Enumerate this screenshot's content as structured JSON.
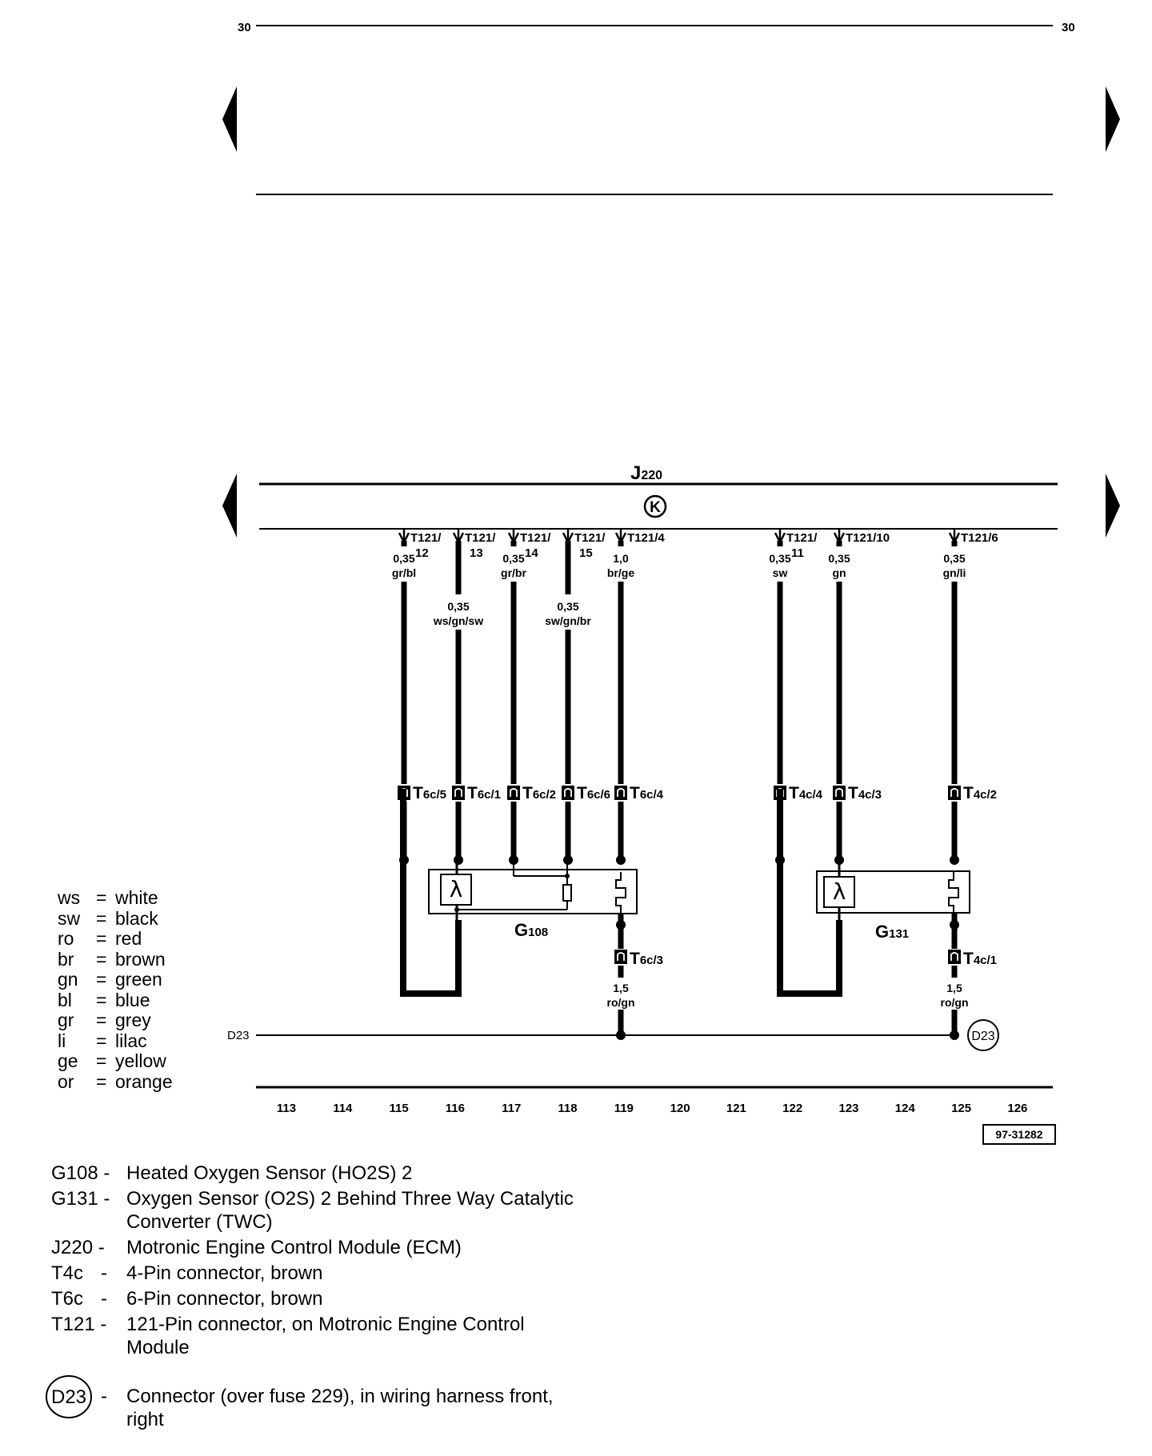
{
  "page": {
    "number_left": "30",
    "number_right": "30",
    "figure_ref": "97-31282"
  },
  "module": {
    "name": "J220",
    "symbol": "K"
  },
  "ground_label": "D23",
  "tracks": [
    "113",
    "114",
    "115",
    "116",
    "117",
    "118",
    "119",
    "120",
    "121",
    "122",
    "123",
    "124",
    "125",
    "126"
  ],
  "wires": [
    {
      "pin_a": "T121/",
      "pin_b": "12",
      "size": "0,35",
      "color": "gr/bl",
      "conn": "T6c/5"
    },
    {
      "pin_a": "T121/",
      "pin_b": "13",
      "size": "0,35",
      "color": "ws/gn/sw",
      "conn": "T6c/1"
    },
    {
      "pin_a": "T121/",
      "pin_b": "14",
      "size": "0,35",
      "color": "gr/br",
      "conn": "T6c/2"
    },
    {
      "pin_a": "T121/",
      "pin_b": "15",
      "size": "0,35",
      "color": "sw/gn/br",
      "conn": "T6c/6"
    },
    {
      "pin_a": "T121/4",
      "pin_b": "",
      "size": "1,0",
      "color": "br/ge",
      "conn": "T6c/4"
    },
    {
      "pin_a": "T121/",
      "pin_b": "11",
      "size": "0,35",
      "color": "sw",
      "conn": "T4c/4"
    },
    {
      "pin_a": "T121/10",
      "pin_b": "",
      "size": "0,35",
      "color": "gn",
      "conn": "T4c/3"
    },
    {
      "pin_a": "T121/6",
      "pin_b": "",
      "size": "0,35",
      "color": "gn/li",
      "conn": "T4c/2"
    }
  ],
  "components": [
    {
      "id": "G108",
      "lower_conn": "T6c/3",
      "lower_size": "1,5",
      "lower_color": "ro/gn"
    },
    {
      "id": "G131",
      "lower_conn": "T4c/1",
      "lower_size": "1,5",
      "lower_color": "ro/gn"
    }
  ],
  "color_legend": [
    {
      "code": "ws",
      "name": "white"
    },
    {
      "code": "sw",
      "name": "black"
    },
    {
      "code": "ro",
      "name": "red"
    },
    {
      "code": "br",
      "name": "brown"
    },
    {
      "code": "gn",
      "name": "green"
    },
    {
      "code": "bl",
      "name": "blue"
    },
    {
      "code": "gr",
      "name": "grey"
    },
    {
      "code": "li",
      "name": "lilac"
    },
    {
      "code": "ge",
      "name": "yellow"
    },
    {
      "code": "or",
      "name": "orange"
    }
  ],
  "component_legend": [
    {
      "code": "G108 -",
      "sep": "",
      "text": "Heated Oxygen Sensor (HO2S) 2"
    },
    {
      "code": "G131 -",
      "sep": "",
      "text": "Oxygen Sensor (O2S) 2 Behind Three Way Catalytic Converter (TWC)"
    },
    {
      "code": "J220 -",
      "sep": "",
      "text": "Motronic Engine Control Module (ECM)"
    },
    {
      "code": "T4c",
      "sep": "-",
      "text": "4-Pin connector, brown"
    },
    {
      "code": "T6c",
      "sep": "-",
      "text": "6-Pin connector, brown"
    },
    {
      "code": "T121 -",
      "sep": "",
      "text": "121-Pin connector, on Motronic Engine Control Module"
    }
  ],
  "d23_legend": {
    "code": "D23",
    "sep": "-",
    "text": "Connector (over fuse 229), in wiring harness front, right"
  }
}
